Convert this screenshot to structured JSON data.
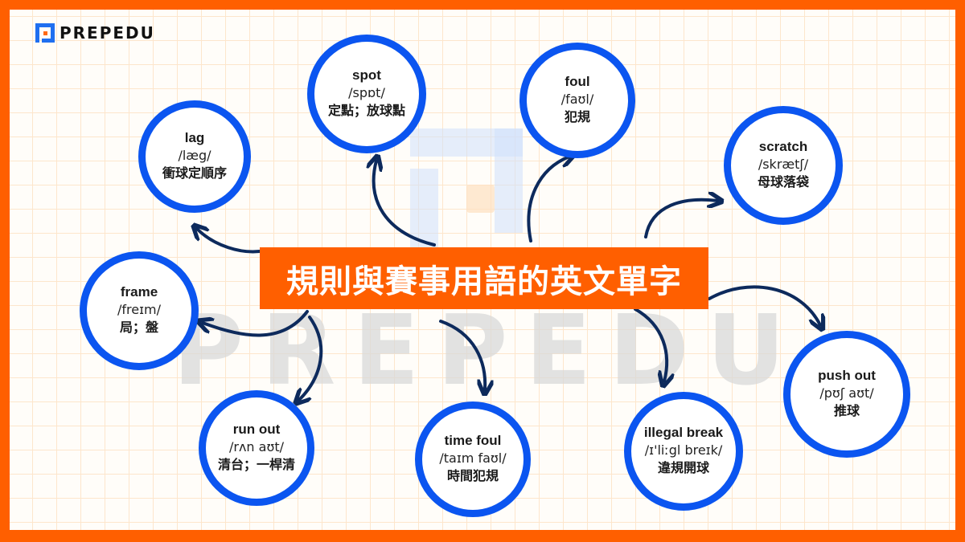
{
  "brand": {
    "name": "PREPEDU",
    "logo_icon": "prepedu-logo-icon",
    "watermark": "PREPEDU",
    "colors": {
      "frame": "#ff5f00",
      "circle": "#0b55f0",
      "arrow": "#0d2a5c",
      "title_bg": "#ff5f00",
      "title_text": "#ffffff"
    }
  },
  "title": "規則與賽事用語的英文單字",
  "terms": [
    {
      "id": "spot",
      "word": "spot",
      "ipa": "/spɒt/",
      "meaning": "定點；放球點"
    },
    {
      "id": "foul",
      "word": "foul",
      "ipa": "/faʊl/",
      "meaning": "犯規"
    },
    {
      "id": "lag",
      "word": "lag",
      "ipa": "/læg/",
      "meaning": "衝球定順序"
    },
    {
      "id": "scratch",
      "word": "scratch",
      "ipa": "/skrætʃ/",
      "meaning": "母球落袋"
    },
    {
      "id": "frame",
      "word": "frame",
      "ipa": "/freɪm/",
      "meaning": "局；盤"
    },
    {
      "id": "run-out",
      "word": "run out",
      "ipa": "/rʌn aʊt/",
      "meaning": "清台；一桿清"
    },
    {
      "id": "time-foul",
      "word": "time foul",
      "ipa": "/taɪm faʊl/",
      "meaning": "時間犯規"
    },
    {
      "id": "illegal-break",
      "word": "illegal break",
      "ipa": "/ɪ'liːgl breɪk/",
      "meaning": "違規開球"
    },
    {
      "id": "push-out",
      "word": "push out",
      "ipa": "/pʊʃ aʊt/",
      "meaning": "推球"
    }
  ]
}
